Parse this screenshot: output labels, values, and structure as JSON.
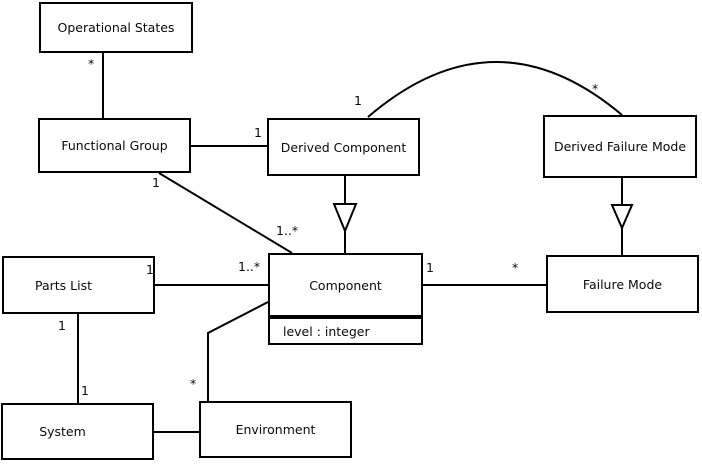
{
  "diagram": {
    "kind": "UML class diagram",
    "background_color": "#ffffff",
    "line_color": "#000000",
    "text_color": "#0a0a0a",
    "classes": {
      "operational_states": {
        "name": "Operational States"
      },
      "functional_group": {
        "name": "Functional Group"
      },
      "derived_component": {
        "name": "Derived Component"
      },
      "derived_failure_mode": {
        "name": "Derived Failure Mode"
      },
      "parts_list": {
        "name": "Parts List"
      },
      "component": {
        "name": "Component",
        "attributes": [
          "level : integer"
        ]
      },
      "failure_mode": {
        "name": "Failure Mode"
      },
      "system": {
        "name": "System"
      },
      "environment": {
        "name": "Environment"
      }
    },
    "edges": [
      {
        "from": "Operational States",
        "to": "Functional Group",
        "type": "association"
      },
      {
        "from": "Functional Group",
        "to": "Derived Component",
        "type": "association"
      },
      {
        "from": "Functional Group",
        "to": "Component",
        "type": "association"
      },
      {
        "from": "Derived Component",
        "to": "Derived Failure Mode",
        "type": "association-arc"
      },
      {
        "from": "Derived Component",
        "to": "Component",
        "type": "generalization"
      },
      {
        "from": "Derived Failure Mode",
        "to": "Failure Mode",
        "type": "generalization"
      },
      {
        "from": "Parts List",
        "to": "Component",
        "type": "association"
      },
      {
        "from": "Component",
        "to": "Failure Mode",
        "type": "association"
      },
      {
        "from": "Parts List",
        "to": "System",
        "type": "association"
      },
      {
        "from": "System",
        "to": "Environment",
        "type": "association"
      },
      {
        "from": "Component",
        "to": "Environment",
        "type": "association"
      }
    ],
    "multiplicities": {
      "os_fg__os_end": "*",
      "fg_dc__dc_end": "1",
      "fg_component__fg_end": "1",
      "fg_component__component_end": "1..*",
      "dc_dfm__dc_end": "1",
      "dc_dfm__dfm_end": "*",
      "pl_component__pl_end": "1",
      "pl_component__component_end": "1..*",
      "component_fm__component_end": "1",
      "component_fm__fm_end": "*",
      "pl_system__pl_end": "1",
      "pl_system__system_end": "1",
      "component_env__env_end": "*"
    }
  }
}
